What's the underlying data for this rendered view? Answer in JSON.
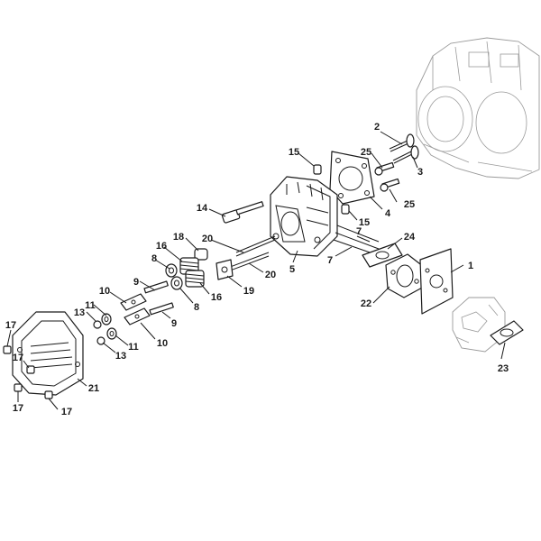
{
  "callouts": {
    "c1": "1",
    "c2": "2",
    "c3": "3",
    "c4": "4",
    "c5": "5",
    "c7a": "7",
    "c7b": "7",
    "c8a": "8",
    "c8b": "8",
    "c9a": "9",
    "c9b": "9",
    "c10a": "10",
    "c10b": "10",
    "c11a": "11",
    "c11b": "11",
    "c13a": "13",
    "c13b": "13",
    "c14": "14",
    "c15a": "15",
    "c15b": "15",
    "c16a": "16",
    "c16b": "16",
    "c17a": "17",
    "c17b": "17",
    "c17c": "17",
    "c17d": "17",
    "c18": "18",
    "c19": "19",
    "c20a": "20",
    "c20b": "20",
    "c21": "21",
    "c22": "22",
    "c23": "23",
    "c24": "24",
    "c25a": "25",
    "c25b": "25"
  },
  "colors": {
    "line": "#1a1a1a",
    "ghost": "#9a9a9a",
    "background": "#ffffff"
  }
}
